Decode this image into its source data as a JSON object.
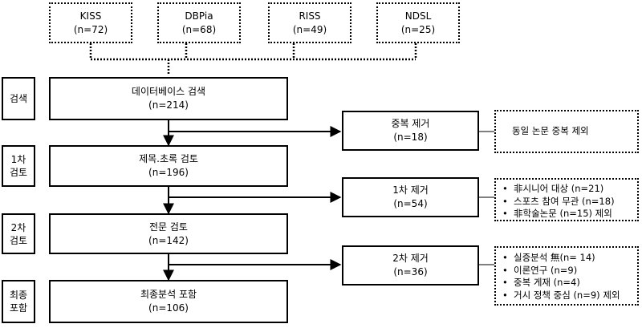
{
  "sources": [
    {
      "name": "KISS",
      "count": "(n=72)"
    },
    {
      "name": "DBPia",
      "count": "(n=68)"
    },
    {
      "name": "RISS",
      "count": "(n=49)"
    },
    {
      "name": "NDSL",
      "count": "(n=25)"
    }
  ],
  "stages": [
    {
      "label_1": "검색",
      "label_2": ""
    },
    {
      "label_1": "1차",
      "label_2": "검토"
    },
    {
      "label_1": "2차",
      "label_2": "검토"
    },
    {
      "label_1": "최종",
      "label_2": "포함"
    }
  ],
  "steps": [
    {
      "title": "데이터베이스 검색",
      "count": "(n=214)"
    },
    {
      "title": "제목.초록 검토",
      "count": "(n=196)"
    },
    {
      "title": "전문 검토",
      "count": "(n=142)"
    },
    {
      "title": "최종분석 포함",
      "count": "(n=106)"
    }
  ],
  "exclusions": [
    {
      "title": "중복 제거",
      "count": "(n=18)"
    },
    {
      "title": "1차 제거",
      "count": "(n=54)"
    },
    {
      "title": "2차 제거",
      "count": "(n=36)"
    }
  ],
  "notes": {
    "duplicate": "동일 논문 중복 제외",
    "first": [
      "非시니어 대상 (n=21)",
      "스포츠 참여 무관 (n=18)",
      "非학술논문 (n=15) 제외"
    ],
    "second": [
      "실증분석 無(n= 14)",
      "이론연구 (n=9)",
      "중복 게재 (n=4)",
      "거시 정책 중심 (n=9) 제외"
    ]
  }
}
